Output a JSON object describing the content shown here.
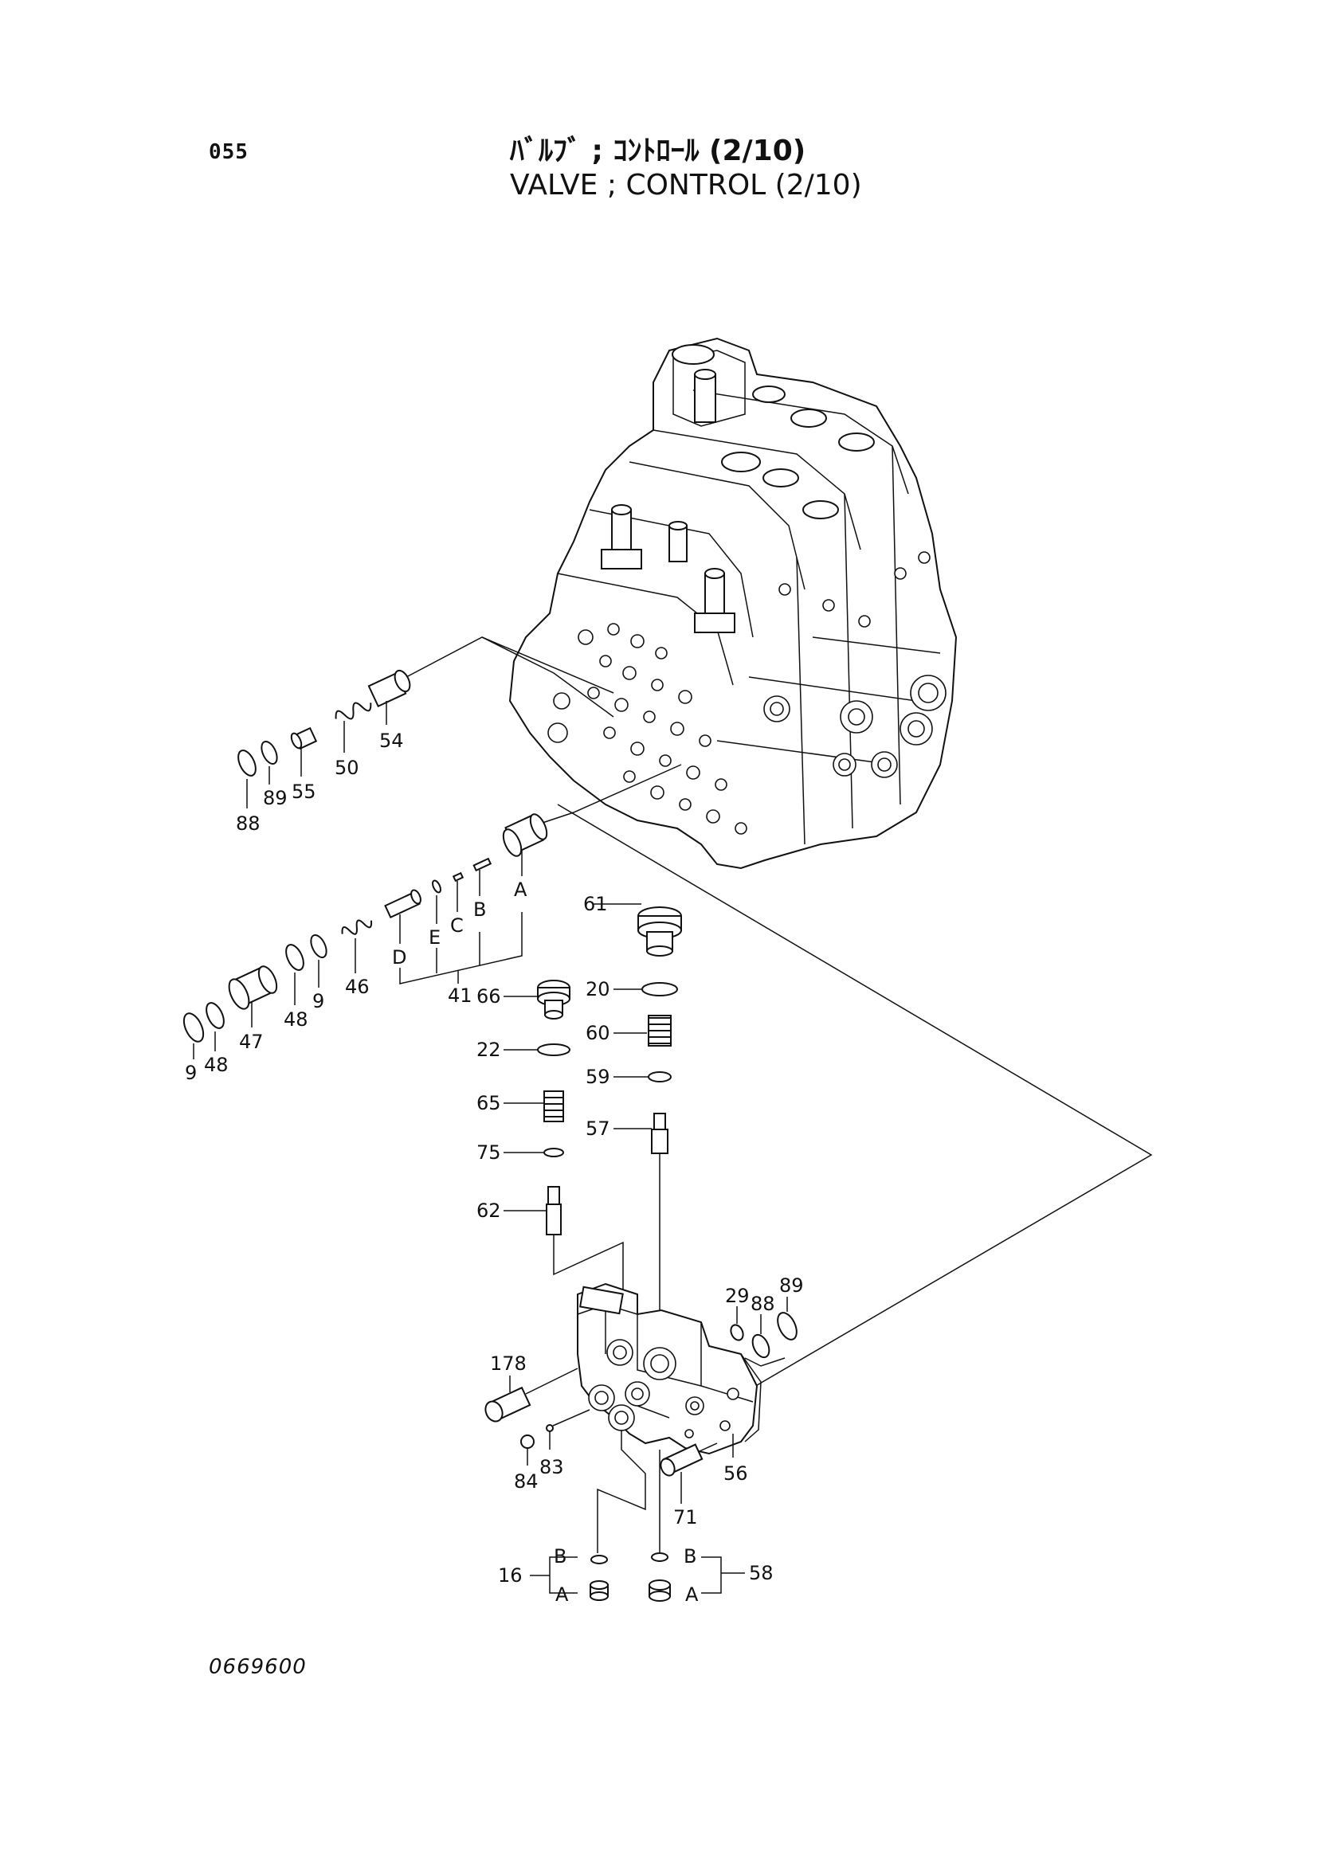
{
  "header": {
    "page_number": "055",
    "title_jp": "ﾊﾞﾙﾌﾞ ; ｺﾝﾄﾛｰﾙ (2/10)",
    "title_en": "VALVE ; CONTROL (2/10)"
  },
  "footer": {
    "drawing_number": "0669600"
  },
  "callouts": {
    "p54": "54",
    "p50": "50",
    "p55": "55",
    "p89a": "89",
    "p88a": "88",
    "pA1": "A",
    "pB1": "B",
    "pC1": "C",
    "pE1": "E",
    "pD1": "D",
    "p41": "41",
    "p46": "46",
    "p9a": "9",
    "p48a": "48",
    "p47": "47",
    "p48b": "48",
    "p9b": "9",
    "p61": "61",
    "p20": "20",
    "p60": "60",
    "p59": "59",
    "p57": "57",
    "p66": "66",
    "p22": "22",
    "p65": "65",
    "p75": "75",
    "p62": "62",
    "p29": "29",
    "p88b": "88",
    "p89b": "89",
    "p178": "178",
    "p84": "84",
    "p83": "83",
    "p71": "71",
    "p56": "56",
    "p16": "16",
    "pB16": "B",
    "pA16": "A",
    "p58": "58",
    "pB58": "B",
    "pA58": "A"
  }
}
